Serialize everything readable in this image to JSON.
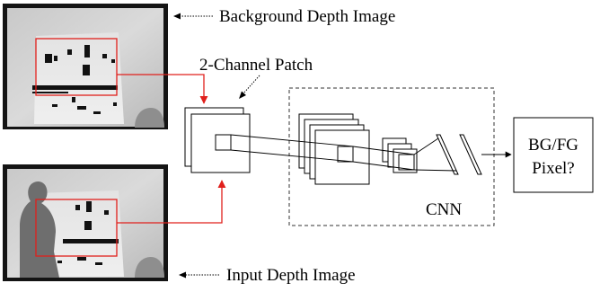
{
  "labels": {
    "background_depth_image": "Background Depth Image",
    "input_depth_image": "Input Depth Image",
    "two_channel_patch": "2-Channel Patch",
    "cnn": "CNN",
    "output_line1": "BG/FG",
    "output_line2": "Pixel?"
  },
  "colors": {
    "highlight": "#e0201c",
    "stroke": "#000000",
    "image_frame": "#141414"
  }
}
